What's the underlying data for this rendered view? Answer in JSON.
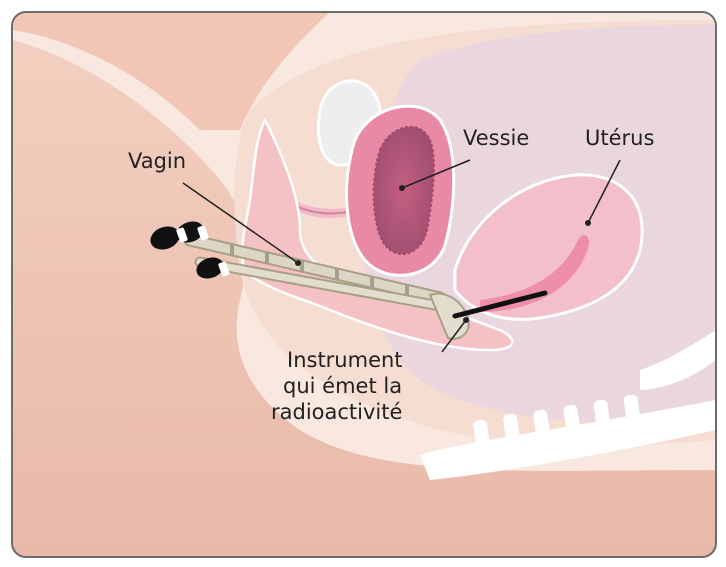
{
  "labels": {
    "vagin": "Vagin",
    "vessie": "Vessie",
    "uterus": "Utérus",
    "instrument_line1": "Instrument",
    "instrument_line2": "qui émet la",
    "instrument_line3": "radioactivité"
  },
  "colors": {
    "border": "#6b6b6b",
    "skin": "#f0c7b7",
    "skin_dark": "#e3ab99",
    "tissue": "#f6e2d8",
    "pelvis": "#ead7de",
    "bladder": "#e98aa6",
    "bladder_inner": "#b95d80",
    "uterus": "#f2bcc8",
    "canal": "#ef8ea9",
    "applicator": "#d9d4c2",
    "cap": "#111111"
  }
}
